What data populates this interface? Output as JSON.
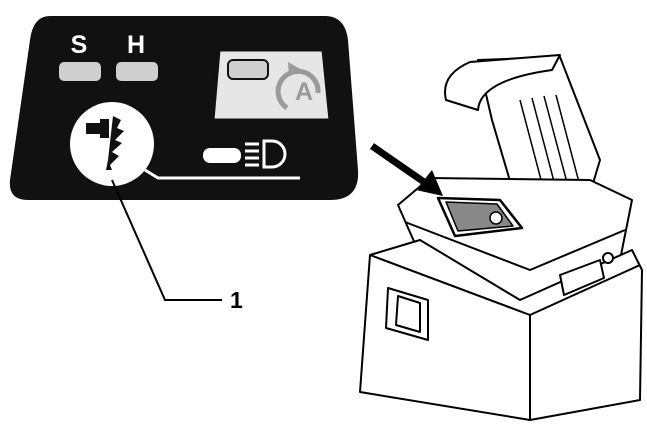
{
  "panel": {
    "mode_labels": [
      "S",
      "H"
    ],
    "auto_mode_letter": "A",
    "colors": {
      "panel": "#111111",
      "indicator": "#cfcfcf",
      "auto_box": "#e6e6e6",
      "line": "#000000"
    },
    "icons": [
      "tool-mode-icon",
      "auto-cycle-icon",
      "light-bulb-icon"
    ]
  },
  "callout": {
    "number": "1"
  },
  "drawing": {
    "subject": "battery-pack-with-tool-base",
    "pointer": "arrow-to-button"
  }
}
